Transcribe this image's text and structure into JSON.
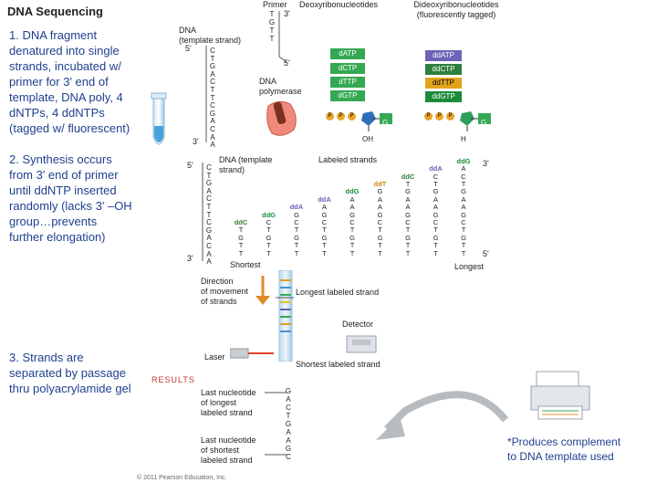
{
  "title": "DNA Sequencing",
  "steps": {
    "s1": [
      "1. DNA fragment",
      "denatured into single",
      "strands, incubated w/",
      "primer for 3' end of",
      "template, DNA poly, 4",
      "dNTPs, 4 ddNTPs",
      "(tagged w/ fluorescent)"
    ],
    "s2": [
      "2. Synthesis occurs",
      "from 3' end of primer",
      "until ddNTP inserted",
      "randomly (lacks 3' –OH",
      "group…prevents",
      "further elongation)"
    ],
    "s3": [
      "3. Strands are",
      "separated by passage",
      "thru polyacrylamide gel"
    ]
  },
  "panel_a": {
    "dna_label": [
      "DNA",
      "(template strand)"
    ],
    "five_prime": "5'",
    "three_prime": "3'",
    "template_seq": [
      "C",
      "T",
      "G",
      "A",
      "C",
      "T",
      "T",
      "C",
      "G",
      "A",
      "C",
      "A",
      "A"
    ],
    "primer_label": "Primer",
    "primer_seq": [
      "T",
      "G",
      "T",
      "T"
    ],
    "primer_3": "3'",
    "primer_5": "5'",
    "polymerase": [
      "DNA",
      "polymerase"
    ],
    "deoxy_label": "Deoxyribonucleotides",
    "dideoxy_label": [
      "Dideoxyribonucleotides",
      "(fluorescently tagged)"
    ],
    "dntps": [
      "dATP",
      "dCTP",
      "dTTP",
      "dGTP"
    ],
    "ddntps": [
      "ddATP",
      "ddCTP",
      "ddTTP",
      "ddGTP"
    ],
    "phosphate": "P",
    "base_g": "G",
    "oh": "OH",
    "h": "H"
  },
  "panel_b": {
    "dna_label": [
      "DNA (template",
      "strand)"
    ],
    "five_prime": "5'",
    "three_prime": "3'",
    "template_seq": [
      "C",
      "T",
      "G",
      "A",
      "C",
      "T",
      "T",
      "C",
      "G",
      "A",
      "C",
      "A",
      "A"
    ],
    "labeled_strands": "Labeled strands",
    "shortest": "Shortest",
    "longest": "Longest",
    "frag_three": "3'",
    "frag_five": "5'",
    "fragments": [
      {
        "top": "ddC",
        "seq": [
          "T",
          "G",
          "T",
          "T"
        ]
      },
      {
        "top": "ddG",
        "seq": [
          "C",
          "T",
          "G",
          "T",
          "T"
        ]
      },
      {
        "top": "ddA",
        "seq": [
          "G",
          "C",
          "T",
          "G",
          "T",
          "T"
        ]
      },
      {
        "top": "ddA",
        "seq": [
          "A",
          "G",
          "C",
          "T",
          "G",
          "T",
          "T"
        ]
      },
      {
        "top": "ddG",
        "seq": [
          "A",
          "A",
          "G",
          "C",
          "T",
          "G",
          "T",
          "T"
        ]
      },
      {
        "top": "ddT",
        "seq": [
          "G",
          "A",
          "A",
          "G",
          "C",
          "T",
          "G",
          "T",
          "T"
        ]
      },
      {
        "top": "ddC",
        "seq": [
          "T",
          "G",
          "A",
          "A",
          "G",
          "C",
          "T",
          "G",
          "T",
          "T"
        ]
      },
      {
        "top": "ddA",
        "seq": [
          "C",
          "T",
          "G",
          "A",
          "A",
          "G",
          "C",
          "T",
          "G",
          "T",
          "T"
        ]
      },
      {
        "top": "ddG",
        "seq": [
          "A",
          "C",
          "T",
          "G",
          "A",
          "A",
          "G",
          "C",
          "T",
          "G",
          "T",
          "T"
        ]
      }
    ]
  },
  "panel_c": {
    "direction": [
      "Direction",
      "of movement",
      "of strands"
    ],
    "longest_labeled": "Longest labeled strand",
    "detector": "Detector",
    "laser": "Laser",
    "shortest_labeled": "Shortest labeled strand",
    "results": "RESULTS",
    "last_longest": [
      "Last nucleotide",
      "of longest",
      "labeled strand"
    ],
    "last_shortest": [
      "Last nucleotide",
      "of shortest",
      "labeled strand"
    ],
    "result_seq": [
      "G",
      "A",
      "C",
      "T",
      "G",
      "A",
      "A",
      "G",
      "C"
    ],
    "copyright": "© 2011 Pearson Education, Inc."
  },
  "footnote": [
    "*Produces complement",
    "to DNA template used"
  ]
}
